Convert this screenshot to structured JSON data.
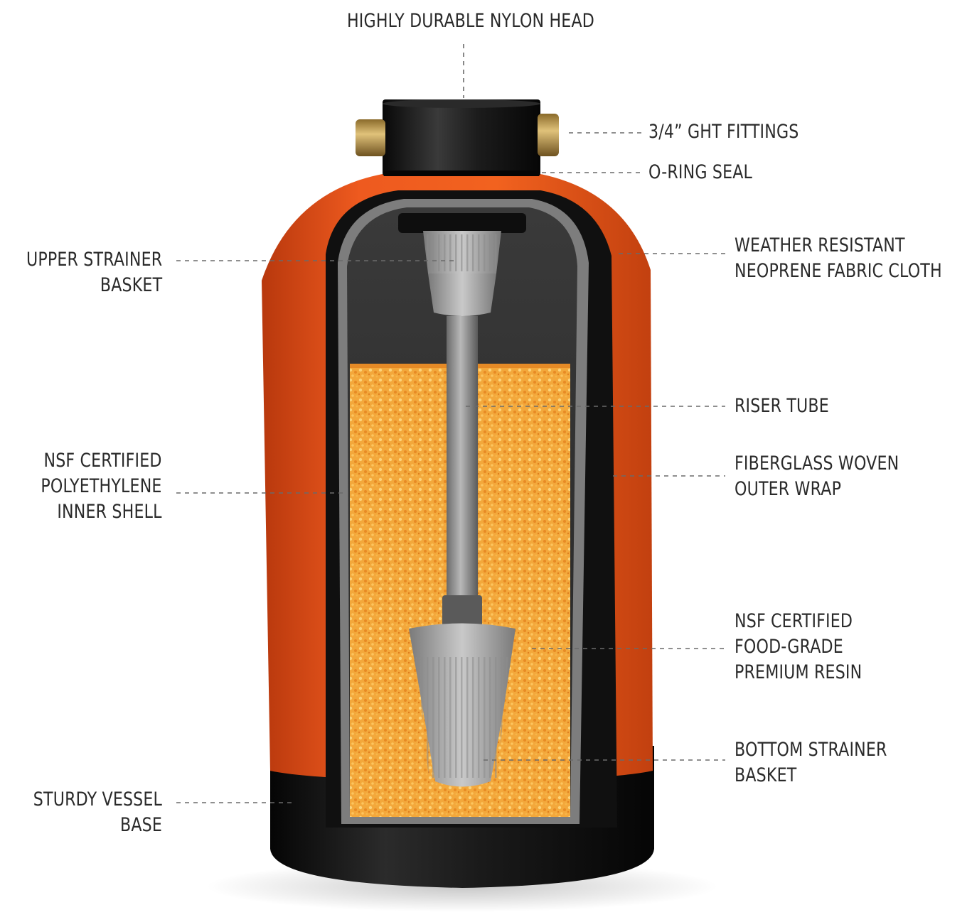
{
  "labels": {
    "nylon_head": [
      "HIGHLY DURABLE NYLON HEAD"
    ],
    "ght_fittings": [
      "3/4” GHT FITTINGS"
    ],
    "o_ring_seal": [
      "O-RING SEAL"
    ],
    "upper_strainer": [
      "UPPER STRAINER",
      "BASKET"
    ],
    "neoprene_cloth": [
      "WEATHER RESISTANT",
      "NEOPRENE FABRIC CLOTH"
    ],
    "riser_tube": [
      "RISER TUBE"
    ],
    "inner_shell": [
      "NSF CERTIFIED",
      "POLYETHYLENE",
      "INNER SHELL"
    ],
    "fiberglass_wrap": [
      "FIBERGLASS WOVEN",
      "OUTER WRAP"
    ],
    "premium_resin": [
      "NSF CERTIFIED",
      "FOOD-GRADE",
      "PREMIUM RESIN"
    ],
    "bottom_strainer": [
      "BOTTOM STRAINER",
      "BASKET"
    ],
    "vessel_base": [
      "STURDY VESSEL",
      "BASE"
    ]
  },
  "colors": {
    "neoprene_orange": "#e8511c",
    "vessel_black": "#141414",
    "resin_orange": "#f2a53a",
    "strainer_grey": "#9a9a9a",
    "label_text": "#2a2a2a",
    "leader_line": "#6a6a6a"
  }
}
